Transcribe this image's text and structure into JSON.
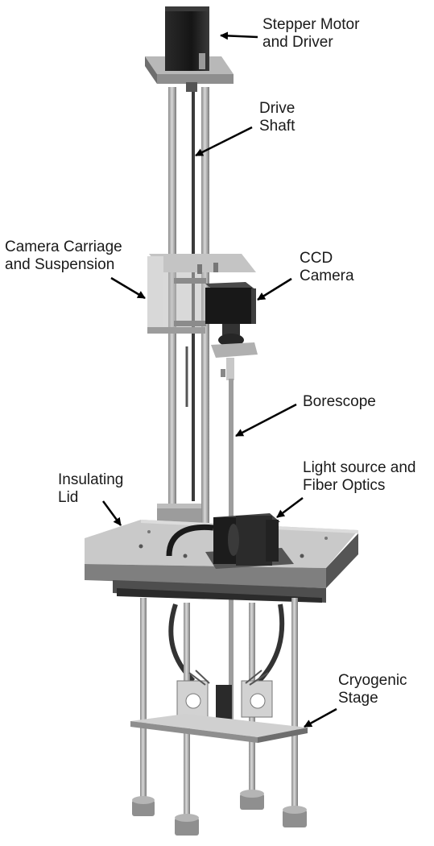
{
  "diagram": {
    "labels": {
      "stepper_motor": [
        "Stepper Motor",
        "and Driver"
      ],
      "drive_shaft": [
        "Drive",
        "Shaft"
      ],
      "camera_carriage": [
        "Camera Carriage",
        "and Suspension"
      ],
      "ccd_camera": [
        "CCD",
        "Camera"
      ],
      "borescope": [
        "Borescope"
      ],
      "insulating_lid": [
        "Insulating",
        "Lid"
      ],
      "light_source": [
        "Light source and",
        "Fiber Optics"
      ],
      "cryogenic_stage": [
        "Cryogenic",
        "Stage"
      ]
    },
    "colors": {
      "background": "#ffffff",
      "dark_part": "#1e1e1e",
      "mid_gray": "#8a8a8a",
      "light_gray": "#c9c9c9",
      "rod": "#a8a8a8",
      "arrow": "#000000"
    }
  }
}
